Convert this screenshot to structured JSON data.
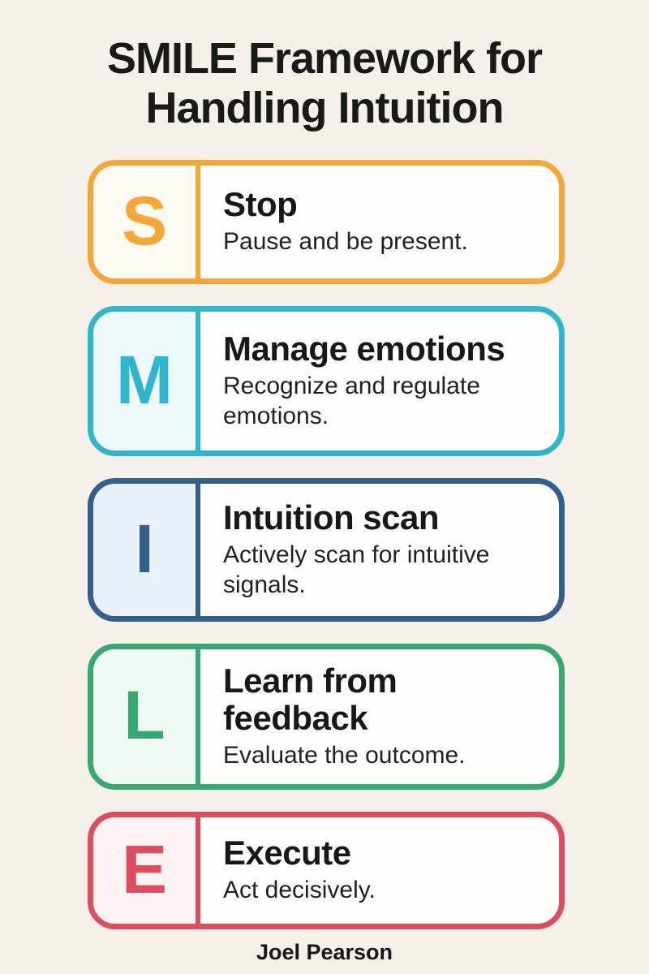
{
  "title_line1": "SMILE Framework for",
  "title_line2": "Handling Intuition",
  "cards": [
    {
      "letter": "S",
      "title": "Stop",
      "description": "Pause and be present.",
      "accent_color": "#f4a637",
      "tint_color": "#fdfaf4"
    },
    {
      "letter": "M",
      "title": "Manage emotions",
      "description": "Recognize and regulate emotions.",
      "accent_color": "#2fb5cc",
      "tint_color": "#edf8fa"
    },
    {
      "letter": "I",
      "title": "Intuition scan",
      "description": "Actively scan for intuitive signals.",
      "accent_color": "#31608d",
      "tint_color": "#e9f1f8"
    },
    {
      "letter": "L",
      "title": "Learn from feedback",
      "description": "Evaluate the outcome.",
      "accent_color": "#36a973",
      "tint_color": "#f0faf4"
    },
    {
      "letter": "E",
      "title": "Execute",
      "description": "Act decisively.",
      "accent_color": "#dc4e5e",
      "tint_color": "#fbf2f3"
    }
  ],
  "footer": {
    "author": "Joel Pearson"
  },
  "colors": {
    "background": "#f5f1ea",
    "card_background": "#fffefd",
    "text": "#1a1a1a"
  }
}
